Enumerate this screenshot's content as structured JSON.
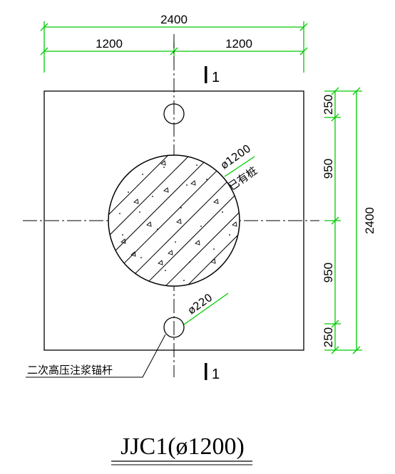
{
  "dimensions": {
    "top_total": "2400",
    "top_left": "1200",
    "top_right": "1200",
    "right_total": "2400",
    "right_segments": [
      "250",
      "950",
      "950",
      "250"
    ]
  },
  "section_marks": {
    "top": "1",
    "bottom": "1"
  },
  "callouts": {
    "pile_diameter": "ø1200",
    "pile_label": "已有桩",
    "anchor_diameter": "ø220",
    "anchor_label": "二次高压注浆锚杆"
  },
  "title": "JJC1(ø1200)",
  "colors": {
    "dimension_green": "#00cc00",
    "line_black": "#000000"
  }
}
